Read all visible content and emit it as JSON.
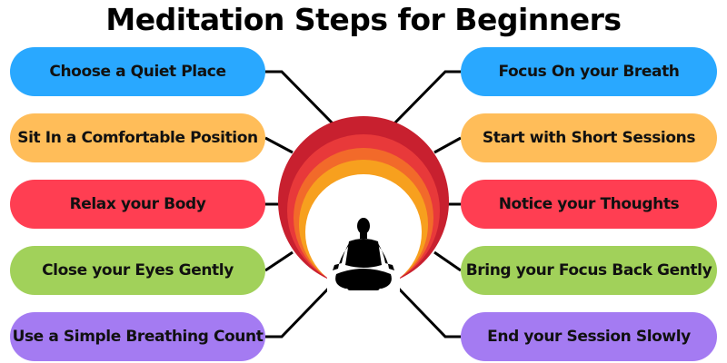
{
  "title": "Meditation Steps for Beginners",
  "colors": {
    "blue": "#29a8ff",
    "orange": "#ffbd59",
    "red": "#ff3e52",
    "green": "#a1d15a",
    "purple": "#a47bf2",
    "ring_outer": "#c8202f",
    "ring_2": "#e8393a",
    "ring_3": "#f26a2a",
    "ring_inner": "#f7a01e"
  },
  "left_steps": [
    {
      "label": "Choose a Quiet Place",
      "color": "blue"
    },
    {
      "label": "Sit In a Comfortable Position",
      "color": "orange"
    },
    {
      "label": "Relax your Body",
      "color": "red"
    },
    {
      "label": "Close your Eyes Gently",
      "color": "green"
    },
    {
      "label": "Use a Simple Breathing Count",
      "color": "purple"
    }
  ],
  "right_steps": [
    {
      "label": "Focus On your Breath",
      "color": "blue"
    },
    {
      "label": "Start with Short Sessions",
      "color": "orange"
    },
    {
      "label": "Notice your Thoughts",
      "color": "red"
    },
    {
      "label": "Bring your Focus Back Gently",
      "color": "green"
    },
    {
      "label": "End your Session Slowly",
      "color": "purple"
    }
  ],
  "center_icon": "meditating-person-icon"
}
